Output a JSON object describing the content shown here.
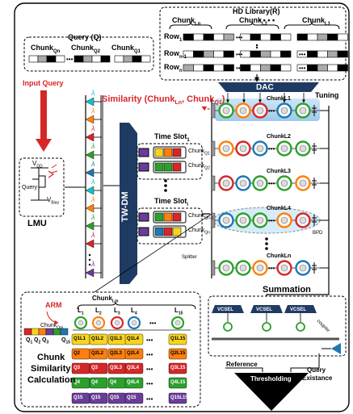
{
  "hd_library": {
    "title": "HD Library(R)",
    "chunk_labels": [
      "Chunk",
      "Chunk",
      "Chunk"
    ],
    "chunk_subs": [
      "Ln",
      "L2",
      "L1"
    ],
    "ellipsis": "• • • •",
    "rows": [
      {
        "label": "Row",
        "sub": "1"
      },
      {
        "label": "Row",
        "sub": "n-1"
      },
      {
        "label": "Row",
        "sub": "n"
      }
    ]
  },
  "query": {
    "title": "Query (Q)",
    "chunk_labels": [
      "Chunk",
      "Chunk",
      "Chunk"
    ],
    "chunk_subs": [
      "Qn",
      "Q2",
      "Q1"
    ]
  },
  "input_query": "Input Query",
  "dac": "DAC",
  "tuning": "Tuning",
  "similarity": {
    "text": "Similarity (Chunk",
    "sub1": "Ln",
    "mid": ", Chunk",
    "sub2": "Q1",
    "end": ")"
  },
  "lambda": "λ",
  "lmu": {
    "label": "LMU",
    "vdd": "V",
    "vdd_sub": "DD",
    "vbias": "V",
    "vbias_sub": "Bias",
    "query": "Query"
  },
  "twdm": "TW-DM",
  "time_slots": [
    {
      "title": "Time Slot",
      "sub": "1",
      "chunks": [
        {
          "label": "Chunk",
          "sub": "Q1"
        },
        {
          "label": "Chunk",
          "sub": "Q2"
        }
      ]
    },
    {
      "title": "Time Slot",
      "sub": "i",
      "chunks": [
        {
          "label": "Chunk",
          "sub": "Qn-1"
        },
        {
          "label": "Chunk",
          "sub": "Qn"
        }
      ]
    }
  ],
  "chunk_rows": [
    "ChunkL1",
    "ChunkL2",
    "ChunkL3",
    "ChunkL4",
    "ChunkLn"
  ],
  "bpd": "BPD",
  "splitter": "Splitter",
  "summation": "Summation",
  "vcsel": [
    "VCSEL",
    "VCSEL",
    "VCSEL"
  ],
  "coupler": "coupler",
  "reference": "Reference",
  "thresholding": "Thresholding",
  "query_existance": [
    "Query",
    "Existance"
  ],
  "arm": "ARM",
  "chunk_detail": {
    "header": "Chunk",
    "header_sub": "Lm",
    "l_labels": [
      "L",
      "L",
      "L",
      "L",
      "L"
    ],
    "l_subs": [
      "1",
      "2",
      "3",
      "4",
      "15"
    ],
    "chunk_q": "Chunk",
    "chunk_q_sub": "Qm",
    "q_labels": [
      "Q",
      "Q",
      "Q",
      "Q"
    ],
    "q_subs": [
      "1",
      "2",
      "3",
      "15"
    ],
    "matrix": [
      [
        "Q1L1",
        "Q1L2",
        "Q1L3",
        "Q1L4",
        "Q1L15"
      ],
      [
        "Q2",
        "Q2L2",
        "Q2L3",
        "Q2L4",
        "Q2L15"
      ],
      [
        "Q3",
        "Q3",
        "Q3L3",
        "Q3L4",
        "Q3L15"
      ],
      [
        "Q4",
        "Q4",
        "Q4",
        "Q4L4",
        "Q4L15"
      ],
      [
        "Q15",
        "Q15",
        "Q15",
        "Q15",
        "Q15L15"
      ]
    ],
    "caption": [
      "Chunk",
      "Similarity",
      "Calculation"
    ]
  },
  "colors": {
    "red": "#d62728",
    "navy": "#1f3b63",
    "ring_blue": "#1f77b4",
    "green": "#2ca02c",
    "orange": "#ff7f0e",
    "purple": "#6a3d9a",
    "yellow": "#f7d51d",
    "cyan": "#17becf"
  }
}
